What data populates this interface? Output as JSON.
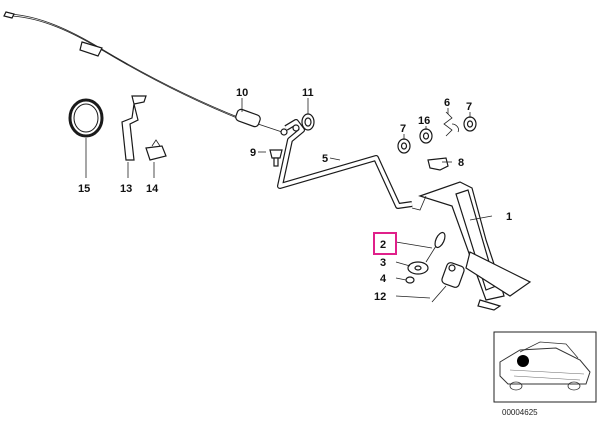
{
  "diagram": {
    "callouts": [
      {
        "id": "1",
        "label": "1"
      },
      {
        "id": "2",
        "label": "2"
      },
      {
        "id": "3",
        "label": "3"
      },
      {
        "id": "4",
        "label": "4"
      },
      {
        "id": "5",
        "label": "5"
      },
      {
        "id": "6",
        "label": "6"
      },
      {
        "id": "7a",
        "label": "7"
      },
      {
        "id": "7b",
        "label": "7"
      },
      {
        "id": "8",
        "label": "8"
      },
      {
        "id": "9",
        "label": "9"
      },
      {
        "id": "10",
        "label": "10"
      },
      {
        "id": "11",
        "label": "11"
      },
      {
        "id": "12",
        "label": "12"
      },
      {
        "id": "13",
        "label": "13"
      },
      {
        "id": "14",
        "label": "14"
      },
      {
        "id": "15",
        "label": "15"
      },
      {
        "id": "16",
        "label": "16"
      }
    ],
    "highlighted_callout": "2",
    "highlight_color": "#e0208a",
    "diagram_code": "00004625",
    "thumbnail_icon": "car-silhouette-icon"
  }
}
